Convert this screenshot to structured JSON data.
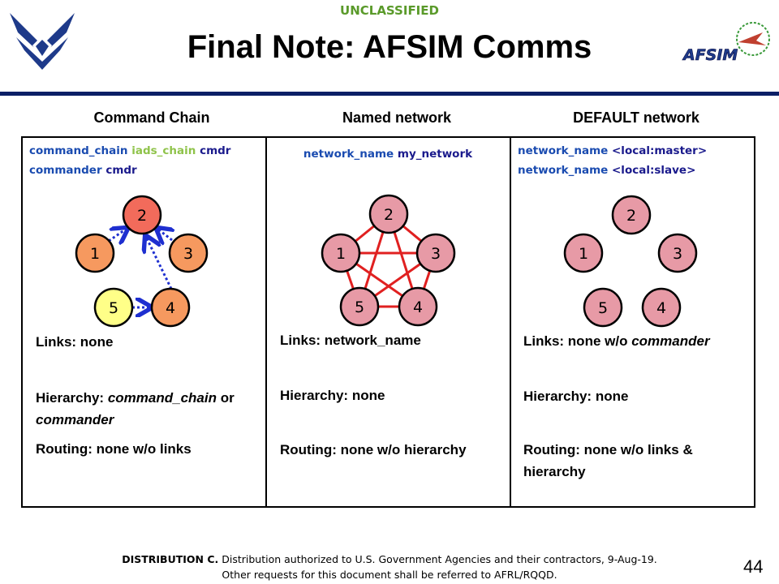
{
  "header": {
    "classification": "UNCLASSIFIED",
    "title": "Final Note: AFSIM Comms",
    "left_logo": "air-force-wings-logo",
    "right_logo": "afsim-logo",
    "right_logo_text": "AFSIM"
  },
  "columns": [
    {
      "heading": "Command Chain",
      "code": [
        {
          "kw": "command_chain",
          "mid": "iads_chain",
          "val": "cmdr"
        },
        {
          "kw": "commander",
          "mid": "",
          "val": "cmdr"
        }
      ],
      "nodes": [
        "1",
        "2",
        "3",
        "4",
        "5"
      ],
      "links": {
        "label": "Links:",
        "value": "none"
      },
      "hierarchy": {
        "label": "Hierarchy:",
        "value_italic": "command_chain",
        "value_mid": "or",
        "value_italic2": "commander"
      },
      "routing": {
        "label": "Routing:",
        "value": "none w/o links"
      }
    },
    {
      "heading": "Named network",
      "code": [
        {
          "kw": "network_name",
          "val": "my_network"
        }
      ],
      "nodes": [
        "1",
        "2",
        "3",
        "4",
        "5"
      ],
      "links": {
        "label": "Links:",
        "value": "network_name"
      },
      "hierarchy": {
        "label": "Hierarchy:",
        "value": "none"
      },
      "routing": {
        "label": "Routing:",
        "value": "none w/o hierarchy"
      }
    },
    {
      "heading": "DEFAULT network",
      "code": [
        {
          "kw": "network_name",
          "val": "<local:master>"
        },
        {
          "kw": "network_name",
          "val": "<local:slave>"
        }
      ],
      "nodes": [
        "1",
        "2",
        "3",
        "4",
        "5"
      ],
      "links": {
        "label": "Links:",
        "value": "none w/o",
        "value_italic": "commander"
      },
      "hierarchy": {
        "label": "Hierarchy:",
        "value": "none"
      },
      "routing": {
        "label": "Routing:",
        "value": "none w/o links &",
        "value2": "hierarchy"
      }
    }
  ],
  "footer": {
    "line1_bold": "DISTRIBUTION C.",
    "line1": "Distribution authorized to U.S. Government Agencies and their contractors, 9-Aug-19.",
    "line2": "Other requests for this document shall be referred to AFRL/RQQD.",
    "page_number": "44"
  },
  "colors": {
    "rule": "#0b1f66",
    "node_red": "#f26b5b",
    "node_orange": "#f6995f",
    "node_yellow": "#ffff88",
    "node_pink": "#e79aa6",
    "mesh_line": "#e02020",
    "arrow_blue": "#1e2fd0"
  }
}
